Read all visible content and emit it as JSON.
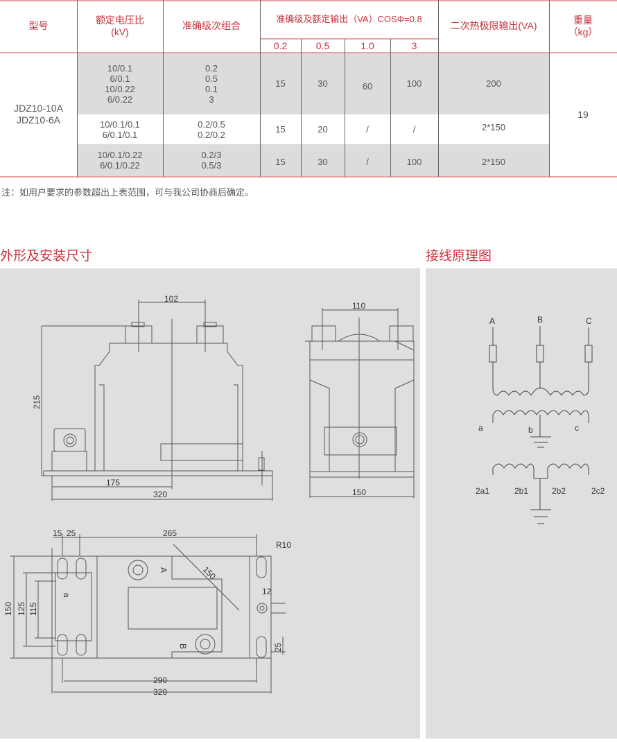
{
  "table": {
    "headers": {
      "model": "型号",
      "ratio": "额定电压比\n(kV)",
      "accuracy_combo": "准确级次组合",
      "output_group": "准确级及额定输出（VA）COSΦ=0.8",
      "output_classes": [
        "0.2",
        "0.5",
        "1.0",
        "3"
      ],
      "thermal": "二次热极限输出(VA)",
      "weight": "重量\n（kg）"
    },
    "model": "JDZ10-10A\nJDZ10-6A",
    "weight": "19",
    "rows": [
      {
        "ratio": "10/0.1\n6/0.1\n10/0.22\n6/0.22",
        "combo": "0.2\n0.5\n0.1\n3",
        "outputs": [
          "15",
          "30",
          "60",
          "100"
        ],
        "thermal": "200"
      },
      {
        "ratio": "10/0.1/0.1\n6/0.1/0.1",
        "combo": "0.2/0.5\n0.2/0.2",
        "outputs": [
          "15",
          "20",
          "/",
          "/"
        ],
        "thermal": "2*150"
      },
      {
        "ratio": "10/0.1/0.22\n6/0.1/0.22",
        "combo": "0.2/3\n0.5/3",
        "outputs": [
          "15",
          "30",
          "/",
          "100"
        ],
        "thermal": "2*150"
      }
    ]
  },
  "note": "注：如用户要求的参数超出上表范围，可与我公司协商后确定。",
  "sections": {
    "dimensions_title": "外形及安装尺寸",
    "wiring_title": "接线原理图"
  },
  "dimensions": {
    "front": {
      "top_spacing": "102",
      "height": "215",
      "offset": "175",
      "length": "320"
    },
    "side": {
      "top_spacing": "110",
      "width": "150"
    },
    "plan": {
      "d15": "15",
      "d25": "25",
      "d265": "265",
      "r10": "R10",
      "d150_diag": "150",
      "d12": "12",
      "d25b": "25",
      "h150": "150",
      "h125": "125",
      "h115": "115",
      "d290": "290",
      "d320": "320",
      "mark_a": "A",
      "mark_b": "B",
      "mark_small_a": "a"
    }
  },
  "wiring": {
    "primary": [
      "A",
      "B",
      "C"
    ],
    "secondary1": [
      "a",
      "b",
      "c"
    ],
    "secondary2": [
      "2a1",
      "2b1",
      "2b2",
      "2c2"
    ]
  }
}
